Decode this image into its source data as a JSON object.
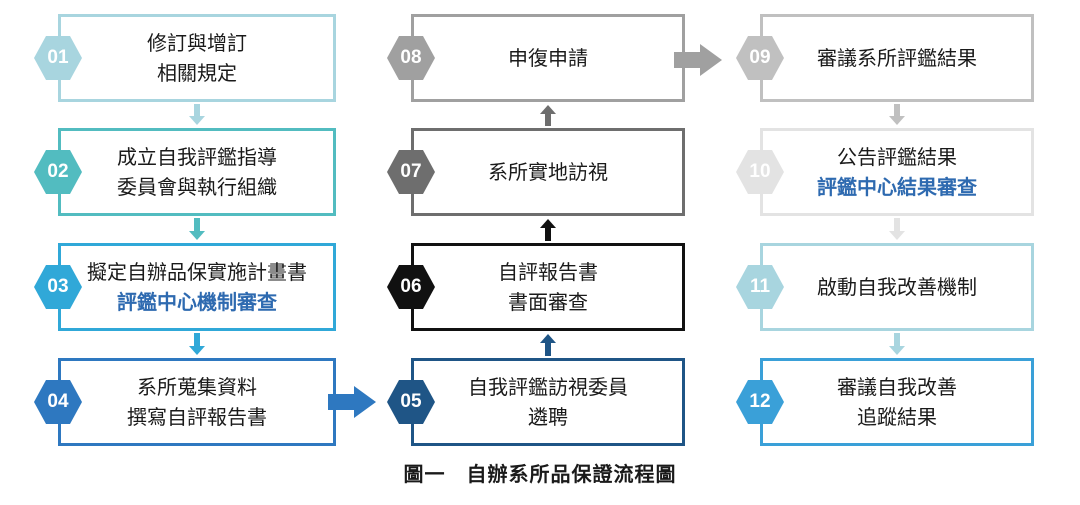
{
  "steps": [
    {
      "num": "01",
      "lines": [
        "修訂與增訂",
        "相關規定"
      ],
      "color": "#a8d5df"
    },
    {
      "num": "02",
      "lines": [
        "成立自我評鑑指導",
        "委員會與執行組織"
      ],
      "color": "#52bcc0"
    },
    {
      "num": "03",
      "lines": [
        "擬定自辦品保實施計畫書",
        "評鑑中心機制審查"
      ],
      "color": "#30a8d8"
    },
    {
      "num": "04",
      "lines": [
        "系所蒐集資料",
        "撰寫自評報告書"
      ],
      "color": "#2e78c0"
    },
    {
      "num": "05",
      "lines": [
        "自我評鑑訪視委員",
        "遴聘"
      ],
      "color": "#1f5586"
    },
    {
      "num": "06",
      "lines": [
        "自評報告書",
        "書面審查"
      ],
      "color": "#111111"
    },
    {
      "num": "07",
      "lines": [
        "系所實地訪視"
      ],
      "color": "#6e6e6e"
    },
    {
      "num": "08",
      "lines": [
        "申復申請"
      ],
      "color": "#a0a0a0"
    },
    {
      "num": "09",
      "lines": [
        "審議系所評鑑結果"
      ],
      "color": "#c0c0c0"
    },
    {
      "num": "10",
      "lines": [
        "公告評鑑結果",
        "評鑑中心結果審查"
      ],
      "color": "#e3e3e3"
    },
    {
      "num": "11",
      "lines": [
        "啟動自我改善機制"
      ],
      "color": "#a8d5df"
    },
    {
      "num": "12",
      "lines": [
        "審議自我改善",
        "追蹤結果"
      ],
      "color": "#3aa0d8"
    }
  ],
  "caption": "圖一　自辦系所品保證流程圖"
}
